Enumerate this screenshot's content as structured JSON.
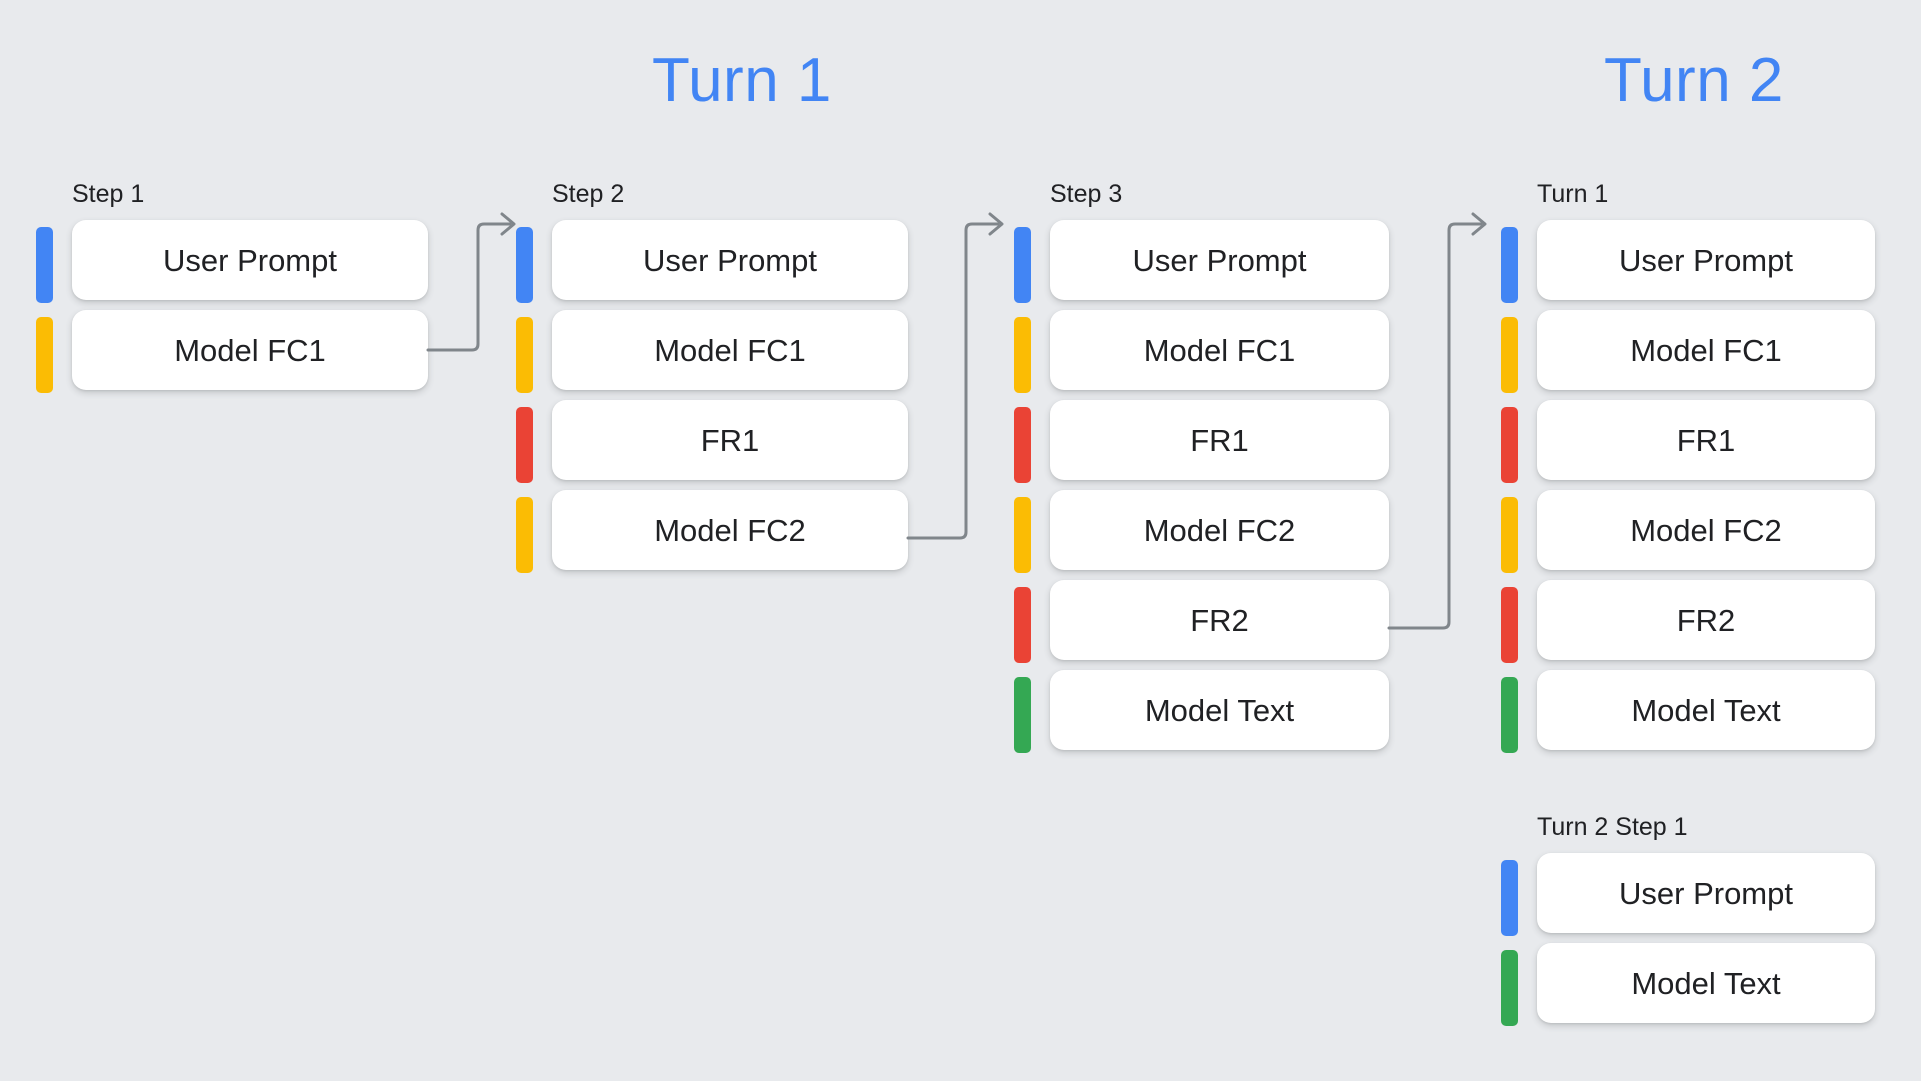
{
  "page": {
    "background_color": "#E8EAED",
    "accent_color": "#4285F4"
  },
  "headings": [
    {
      "id": "turn-1",
      "label": "Turn 1"
    },
    {
      "id": "turn-2",
      "label": "Turn 2"
    }
  ],
  "legend_colors": {
    "user_prompt": "#4285F4",
    "model_function_call": "#FBBC04",
    "function_response": "#EA4335",
    "model_text": "#34A853"
  },
  "columns": [
    {
      "id": "step-1",
      "label": "Step 1",
      "rows": [
        {
          "label": "User Prompt",
          "color": "blue"
        },
        {
          "label": "Model FC1",
          "color": "yellow"
        }
      ]
    },
    {
      "id": "step-2",
      "label": "Step 2",
      "rows": [
        {
          "label": "User Prompt",
          "color": "blue"
        },
        {
          "label": "Model FC1",
          "color": "yellow"
        },
        {
          "label": "FR1",
          "color": "red"
        },
        {
          "label": "Model FC2",
          "color": "yellow"
        }
      ]
    },
    {
      "id": "step-3",
      "label": "Step 3",
      "rows": [
        {
          "label": "User Prompt",
          "color": "blue"
        },
        {
          "label": "Model FC1",
          "color": "yellow"
        },
        {
          "label": "FR1",
          "color": "red"
        },
        {
          "label": "Model FC2",
          "color": "yellow"
        },
        {
          "label": "FR2",
          "color": "red"
        },
        {
          "label": "Model Text",
          "color": "green"
        }
      ]
    },
    {
      "id": "turn-1-recap",
      "label": "Turn 1",
      "rows": [
        {
          "label": "User Prompt",
          "color": "blue"
        },
        {
          "label": "Model FC1",
          "color": "yellow"
        },
        {
          "label": "FR1",
          "color": "red"
        },
        {
          "label": "Model FC2",
          "color": "yellow"
        },
        {
          "label": "FR2",
          "color": "red"
        },
        {
          "label": "Model Text",
          "color": "green"
        }
      ]
    },
    {
      "id": "turn-2-step-1",
      "label": "Turn 2 Step 1",
      "rows": [
        {
          "label": "User Prompt",
          "color": "blue"
        },
        {
          "label": "Model Text",
          "color": "green"
        }
      ]
    }
  ],
  "connectors": [
    {
      "id": "step1-to-step2",
      "from": "Model FC1",
      "to": "User Prompt"
    },
    {
      "id": "step2-to-step3",
      "from": "Model FC2",
      "to": "User Prompt"
    },
    {
      "id": "step3-to-turn1",
      "from": "FR2",
      "to": "User Prompt"
    }
  ]
}
